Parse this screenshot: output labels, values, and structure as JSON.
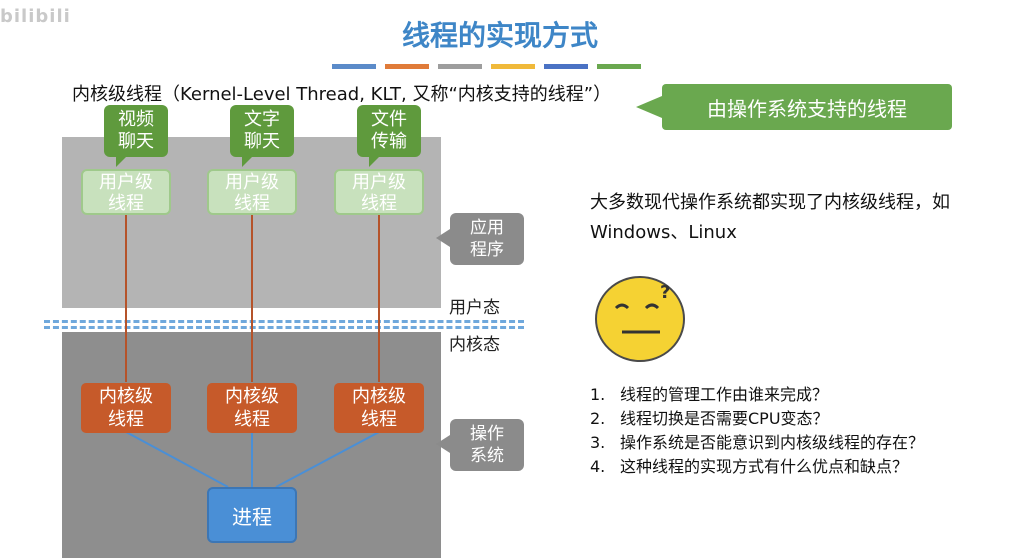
{
  "watermark": "bilibili",
  "title": "线程的实现方式",
  "title_bar_colors": [
    "#5b8bc9",
    "#e07b39",
    "#9d9d9d",
    "#f0b93a",
    "#4a72c4",
    "#6aa84f"
  ],
  "klt_heading": "内核级线程（Kernel-Level Thread, KLT, 又称“内核支持的线程”）",
  "callout": "由操作系统支持的线程",
  "apps": [
    {
      "line1": "视频",
      "line2": "聊天"
    },
    {
      "line1": "文字",
      "line2": "聊天"
    },
    {
      "line1": "文件",
      "line2": "传输"
    }
  ],
  "user_thread": {
    "line1": "用户级",
    "line2": "线程"
  },
  "kernel_thread": {
    "line1": "内核级",
    "line2": "线程"
  },
  "process": "进程",
  "app_program": {
    "line1": "应用",
    "line2": "程序"
  },
  "operating_system": {
    "line1": "操作",
    "line2": "系统"
  },
  "user_mode": "用户态",
  "kernel_mode": "内核态",
  "description": "大多数现代操作系统都实现了内核级线程，如 Windows、Linux",
  "questions": [
    {
      "num": "1.",
      "text": "线程的管理工作由谁来完成？"
    },
    {
      "num": "2.",
      "text": "线程切换是否需要CPU变态？"
    },
    {
      "num": "3.",
      "text": "操作系统是否能意识到内核级线程的存在？"
    },
    {
      "num": "4.",
      "text": "这种线程的实现方式有什么优点和缺点？"
    }
  ],
  "colors": {
    "title": "#3e86c7",
    "green": "#6aa84f",
    "kernel_thread": "#c65a2a",
    "process": "#4a8fd6"
  }
}
